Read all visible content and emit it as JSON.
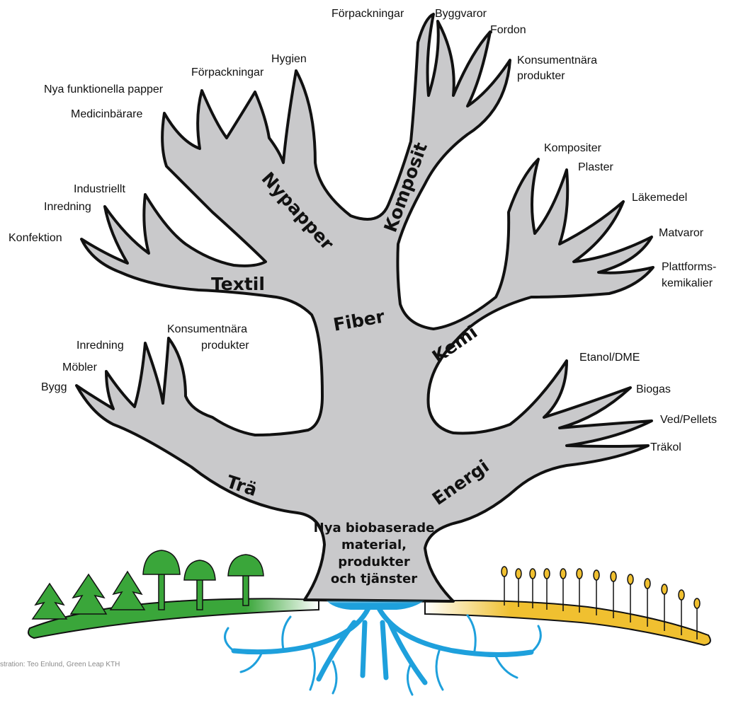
{
  "colors": {
    "tree_fill": "#c9c9cb",
    "tree_outline": "#111111",
    "forest_green": "#3aa63a",
    "field_yellow": "#f0c030",
    "roots_blue": "#1ea0dc"
  },
  "trunk": {
    "line1": "Nya biobaserade",
    "line2": "material,",
    "line3": "produkter",
    "line4": "och tjänster"
  },
  "branches": {
    "fiber": "Fiber",
    "nypapper": "Nypapper",
    "komposit": "Komposit",
    "textil": "Textil",
    "kemi": "Kemi",
    "tra": "Trä",
    "energi": "Energi"
  },
  "leaves": {
    "nypapper": {
      "hygien": "Hygien",
      "forpackningar": "Förpackningar",
      "nya_funktionella_papper": "Nya funktionella papper",
      "medicinbarare": "Medicinbärare"
    },
    "komposit": {
      "forpackningar": "Förpackningar",
      "byggvaror": "Byggvaror",
      "fordon": "Fordon",
      "konsumentnara_1": "Konsumentnära",
      "konsumentnara_2": "produkter"
    },
    "textil": {
      "industriellt": "Industriellt",
      "inredning": "Inredning",
      "konfektion": "Konfektion"
    },
    "kemi": {
      "kompositer": "Kompositer",
      "plaster": "Plaster",
      "lakemedel": "Läkemedel",
      "matvaror": "Matvaror",
      "plattforms_1": "Plattforms-",
      "plattforms_2": "kemikalier"
    },
    "tra": {
      "inredning": "Inredning",
      "konsumentnara_1": "Konsumentnära",
      "konsumentnara_2": "produkter",
      "mobler": "Möbler",
      "bygg": "Bygg"
    },
    "energi": {
      "etanol": "Etanol/DME",
      "biogas": "Biogas",
      "ved": "Ved/Pellets",
      "trakol": "Träkol"
    }
  },
  "credit": "stration: Teo Enlund, Green Leap KTH"
}
